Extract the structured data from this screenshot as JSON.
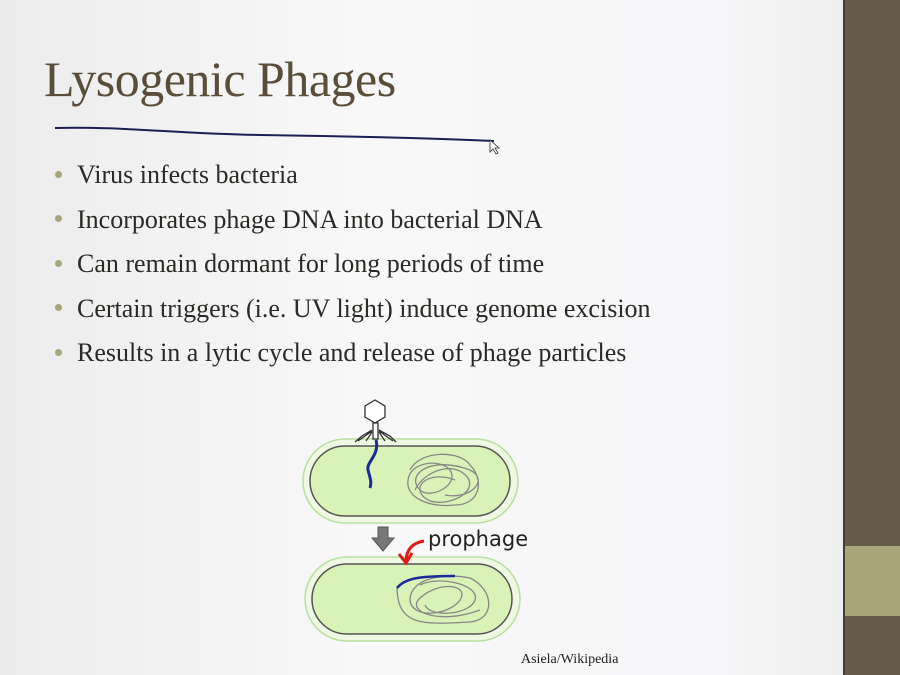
{
  "slide": {
    "title": "Lysogenic Phages",
    "bullets": [
      "Virus infects bacteria",
      "Incorporates phage DNA into bacterial DNA",
      "Can remain dormant for long periods of time",
      "Certain triggers (i.e. UV light) induce genome excision",
      "Results in a lytic cycle and release of phage particles"
    ],
    "figure": {
      "label": "prophage",
      "credit": "Asiela/Wikipedia"
    }
  },
  "colors": {
    "title": "#5a4e3a",
    "sidebar": "#665b4a",
    "sidebar_accent": "#a9a57b",
    "cell_fill": "#d9f2b8",
    "phage_dna": "#1a2a9a",
    "arrow_red": "#e01818"
  }
}
